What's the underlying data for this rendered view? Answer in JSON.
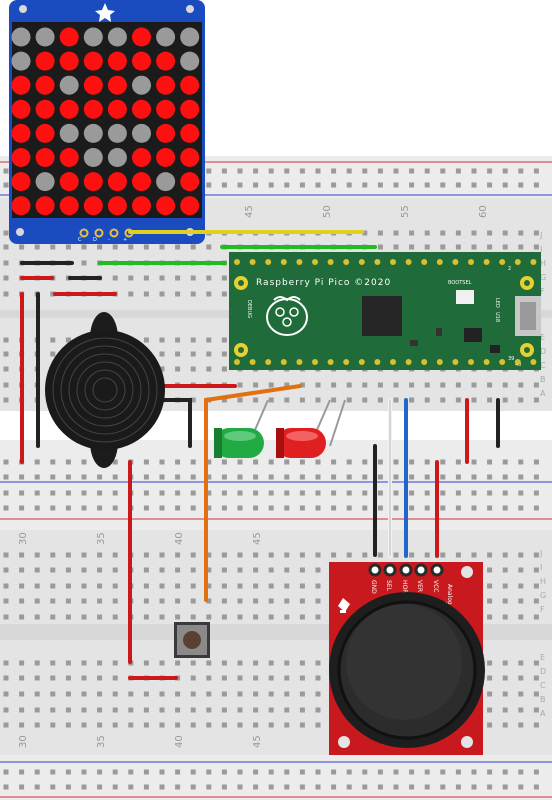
{
  "pico": {
    "title": "Raspberry Pi Pico ©2020",
    "bootsel": "BOOTSEL",
    "led": "LED",
    "u18": "U18",
    "debug": "DEBUG",
    "pin1": "1",
    "pin2": "2",
    "pin39": "39",
    "pin40": "40"
  },
  "joystick": {
    "title": "Analog Joystick",
    "pins": [
      "GND",
      "SEL",
      "HOR",
      "VER",
      "VCC"
    ]
  },
  "matrix": {
    "pins": [
      "C",
      "D",
      "-",
      "+"
    ],
    "rows": [
      [
        0,
        0,
        1,
        0,
        0,
        1,
        0,
        0
      ],
      [
        0,
        1,
        1,
        1,
        1,
        1,
        1,
        0
      ],
      [
        1,
        1,
        0,
        1,
        1,
        0,
        1,
        1
      ],
      [
        1,
        1,
        1,
        1,
        1,
        1,
        1,
        1
      ],
      [
        1,
        1,
        0,
        0,
        0,
        0,
        1,
        1
      ],
      [
        1,
        1,
        1,
        0,
        0,
        1,
        1,
        1
      ],
      [
        1,
        0,
        1,
        1,
        1,
        1,
        0,
        1
      ],
      [
        1,
        1,
        1,
        1,
        1,
        1,
        1,
        1
      ]
    ]
  },
  "breadboard": {
    "top_column_numbers": [
      "45",
      "50",
      "55",
      "60"
    ],
    "mid_column_numbers": [
      "30",
      "35",
      "40",
      "45"
    ],
    "bottom_column_numbers": [
      "30",
      "35",
      "40",
      "45"
    ],
    "top_row_letters": [
      "J",
      "I",
      "H",
      "G",
      "F",
      "E",
      "D",
      "C",
      "B",
      "A"
    ],
    "bottom_row_letters": [
      "J",
      "I",
      "H",
      "G",
      "F",
      "E",
      "D",
      "C",
      "B",
      "A"
    ]
  },
  "colors": {
    "led_on": "#ff1010",
    "led_off": "#9a9a9a",
    "pico_green": "#1f6b3a",
    "joystick_red": "#c8191e",
    "matrix_blue": "#1a4cc0",
    "wire_red": "#cc1818",
    "wire_black": "#222222",
    "wire_green": "#22bb22",
    "wire_yellow": "#e0d020",
    "wire_orange": "#e07010",
    "wire_blue": "#2266cc",
    "wire_white": "#f2f2f2",
    "led_green": "#22aa44",
    "led_red": "#e02020"
  }
}
